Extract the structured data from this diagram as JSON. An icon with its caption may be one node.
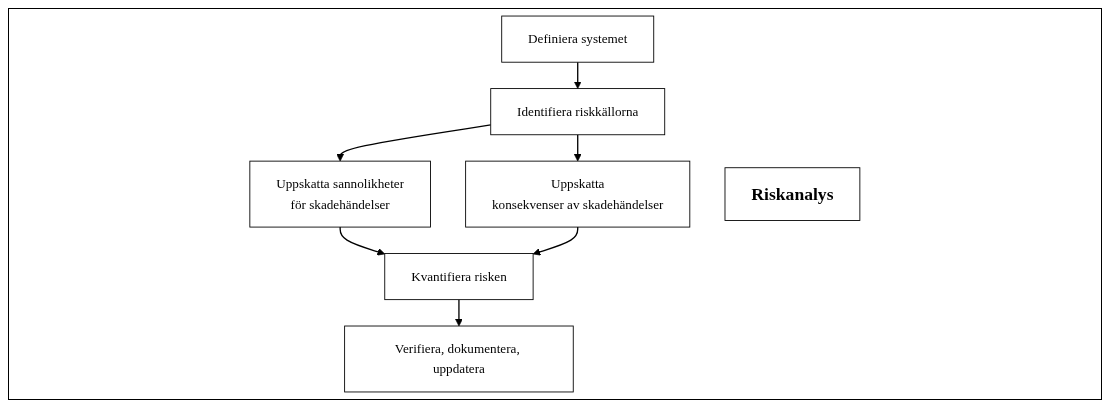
{
  "diagram": {
    "nodes": [
      {
        "text": [
          "Definiera systemet"
        ]
      },
      {
        "text": [
          "Identifiera riskkällorna"
        ]
      },
      {
        "text": [
          "Uppskatta sannolikheter för skadehändelser"
        ]
      },
      {
        "text": [
          "Uppskatta konsekvenser av skadehändelser"
        ]
      },
      {
        "text": [
          "Kvantifiera risken"
        ]
      },
      {
        "text": [
          "Verifiera, dokumentera, uppdatera"
        ]
      },
      {
        "text": [
          "Riskanalys"
        ]
      }
    ],
    "edges": [
      {
        "from": 0,
        "to": 1,
        "arrow": "to"
      },
      {
        "from": 1,
        "to": 2,
        "arrow": "to"
      },
      {
        "from": 1,
        "to": 3,
        "arrow": "to"
      },
      {
        "from": 2,
        "to": 4,
        "arrow": "to"
      },
      {
        "from": 3,
        "to": 4,
        "arrow": "to"
      },
      {
        "from": 4,
        "to": 5,
        "arrow": "to"
      }
    ]
  }
}
